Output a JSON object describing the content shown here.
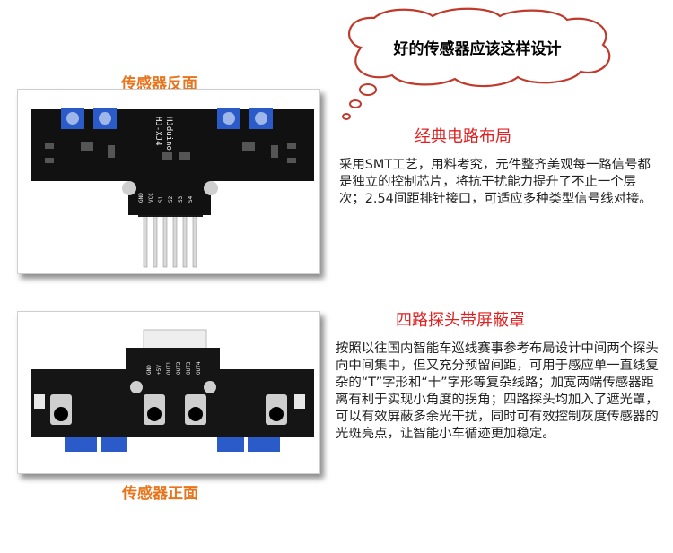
{
  "bubble": {
    "text": "好的传感器应该这样设计"
  },
  "back_caption": "传感器反面",
  "front_caption": "传感器正面",
  "section1": {
    "heading": "经典电路布局",
    "body": "采用SMT工艺，用料考究，元件整齐美观每一路信号都是独立的控制芯片，将抗干扰能力提升了不止一个层次；2.54间距排针接口，可适应多种类型信号线对接。"
  },
  "section2": {
    "heading": "四路探头带屏蔽罩",
    "body": "按照以往国内智能车巡线赛事参考布局设计中间两个探头向中间集中，但又充分预留间距，可用于感应单一直线复杂的“T”字形和“十”字形等复杂线路；加宽两端传感器距离有利于实现小角度的拐角；四路探头均加入了遮光罩，可以有效屏蔽多余光干扰，同时可有效控制灰度传感器的光斑亮点，让智能小车循迹更加稳定。"
  },
  "board_back": {
    "silk_model": "HJ-XJ4",
    "silk_brand": "HJduino",
    "pins": [
      "GND",
      "VCC",
      "S1",
      "S2",
      "S3",
      "S4"
    ]
  },
  "board_front": {
    "pins": [
      "GND",
      "+5V",
      "OUT1",
      "OUT2",
      "OUT3",
      "OUT4"
    ]
  },
  "colors": {
    "accent_orange": "#e8741c",
    "heading_red": "#e02020",
    "pcb": "#111111",
    "pot_blue": "#2a5bc8"
  }
}
